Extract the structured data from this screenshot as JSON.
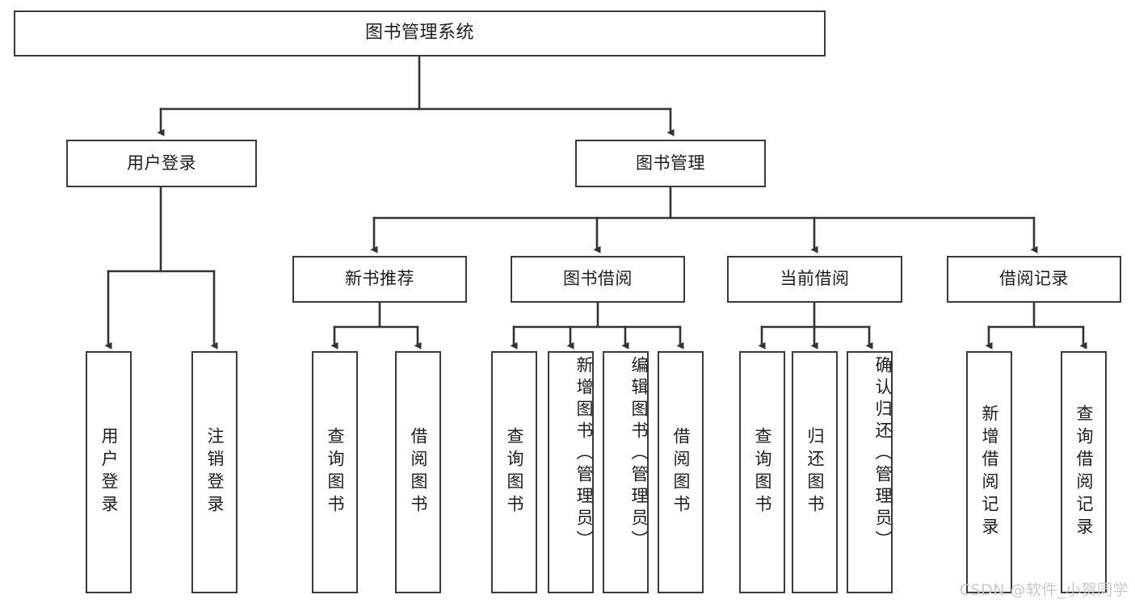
{
  "diagram": {
    "title": "图书管理系统",
    "type": "tree-hierarchy-diagram",
    "watermark": "CSDN @软件_小贺同学",
    "colors": {
      "box_border": "#3a3a3a",
      "box_fill": "#ffffff",
      "edge": "#333333",
      "text": "#1d1d1d",
      "watermark": "#c9c9c9",
      "background": "#ffffff"
    },
    "root": {
      "label": "图书管理系统"
    },
    "level2": [
      {
        "label": "用户登录"
      },
      {
        "label": "图书管理"
      }
    ],
    "level3": [
      {
        "label": "新书推荐"
      },
      {
        "label": "图书借阅"
      },
      {
        "label": "当前借阅"
      },
      {
        "label": "借阅记录"
      }
    ],
    "leaves": {
      "user_login": [
        {
          "label": "用户登录"
        },
        {
          "label": "注销登录"
        }
      ],
      "new_book_recommend": [
        {
          "label": "查询图书"
        },
        {
          "label": "借阅图书"
        }
      ],
      "book_borrow": [
        {
          "label": "查询图书"
        },
        {
          "label": "新增图书（管理员）"
        },
        {
          "label": "编辑图书（管理员）"
        },
        {
          "label": "借阅图书"
        }
      ],
      "current_borrow": [
        {
          "label": "查询图书"
        },
        {
          "label": "归还图书"
        },
        {
          "label": "确认归还（管理员）"
        }
      ],
      "borrow_record": [
        {
          "label": "新增借阅记录"
        },
        {
          "label": "查询借阅记录"
        }
      ]
    }
  }
}
